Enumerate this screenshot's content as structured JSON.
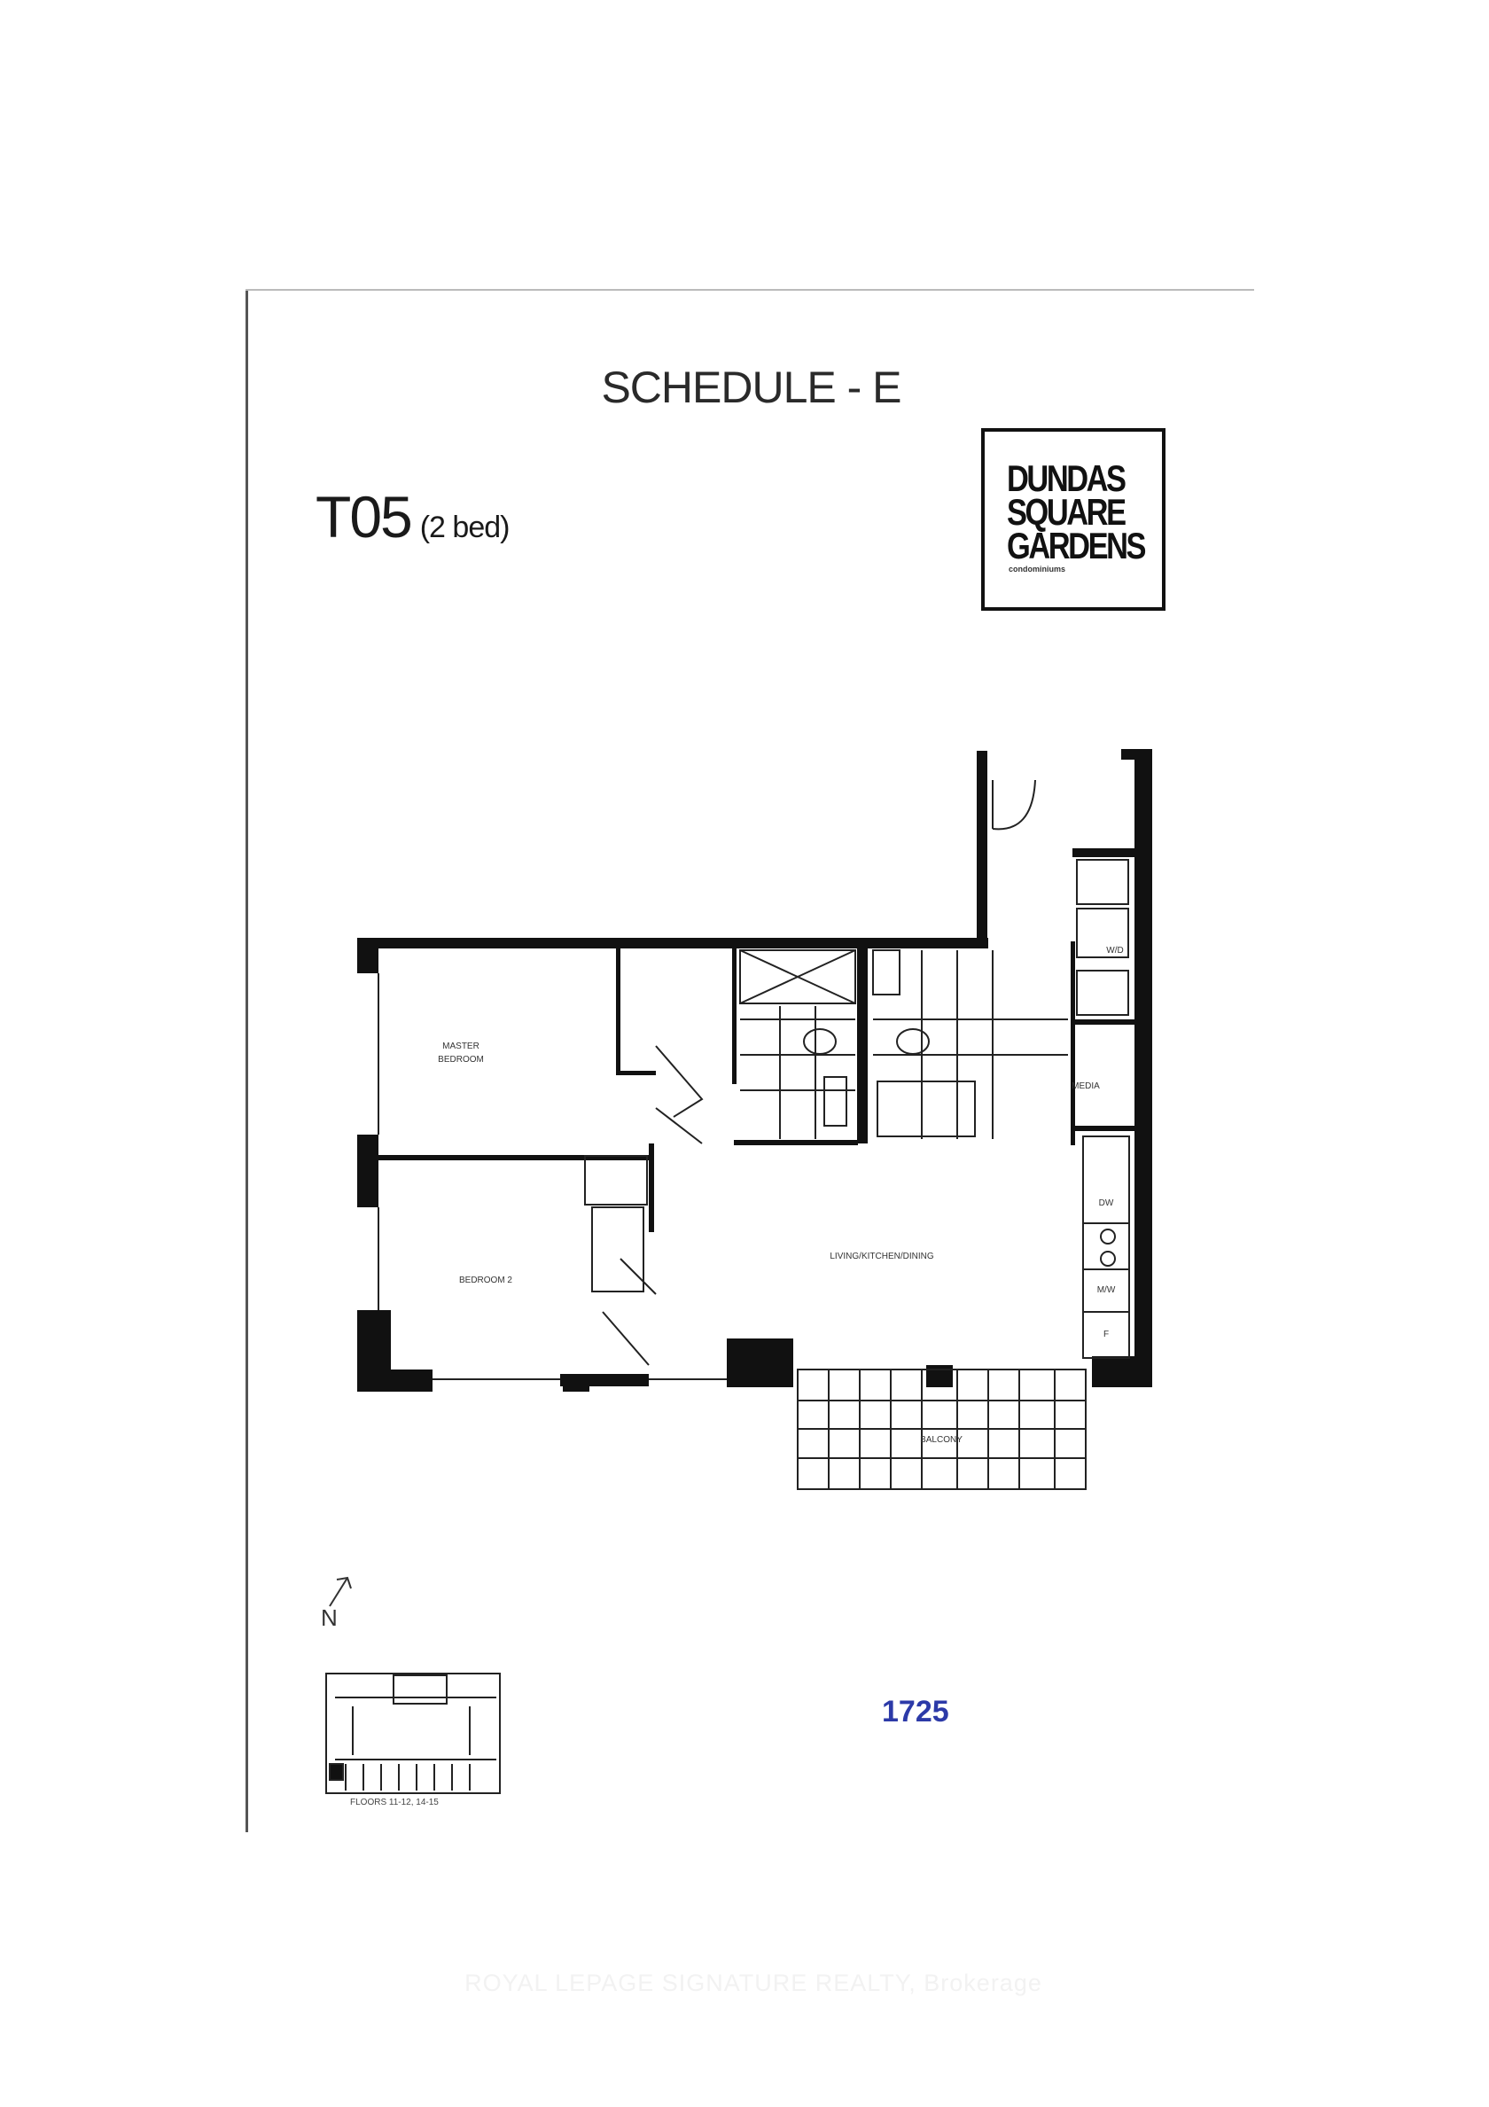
{
  "document": {
    "schedule_title": "SCHEDULE - E",
    "unit_code": "T05",
    "unit_type": "(2 bed)",
    "logo": {
      "line1": "DUNDAS",
      "line2": "SQUARE",
      "line3": "GARDENS",
      "tagline": "condominiums"
    },
    "rooms": {
      "master_bedroom_1": "MASTER",
      "master_bedroom_2": "BEDROOM",
      "bedroom2": "BEDROOM 2",
      "living": "LIVING/KITCHEN/DINING",
      "balcony": "BALCONY",
      "media": "MEDIA",
      "wd": "W/D",
      "dw": "DW",
      "mw": "M/W",
      "fridge": "F"
    },
    "compass_label": "N",
    "keyplan_caption": "FLOORS 11-12, 14-15",
    "area_label": "1725",
    "watermark": "ROYAL LEPAGE SIGNATURE REALTY, Brokerage"
  }
}
